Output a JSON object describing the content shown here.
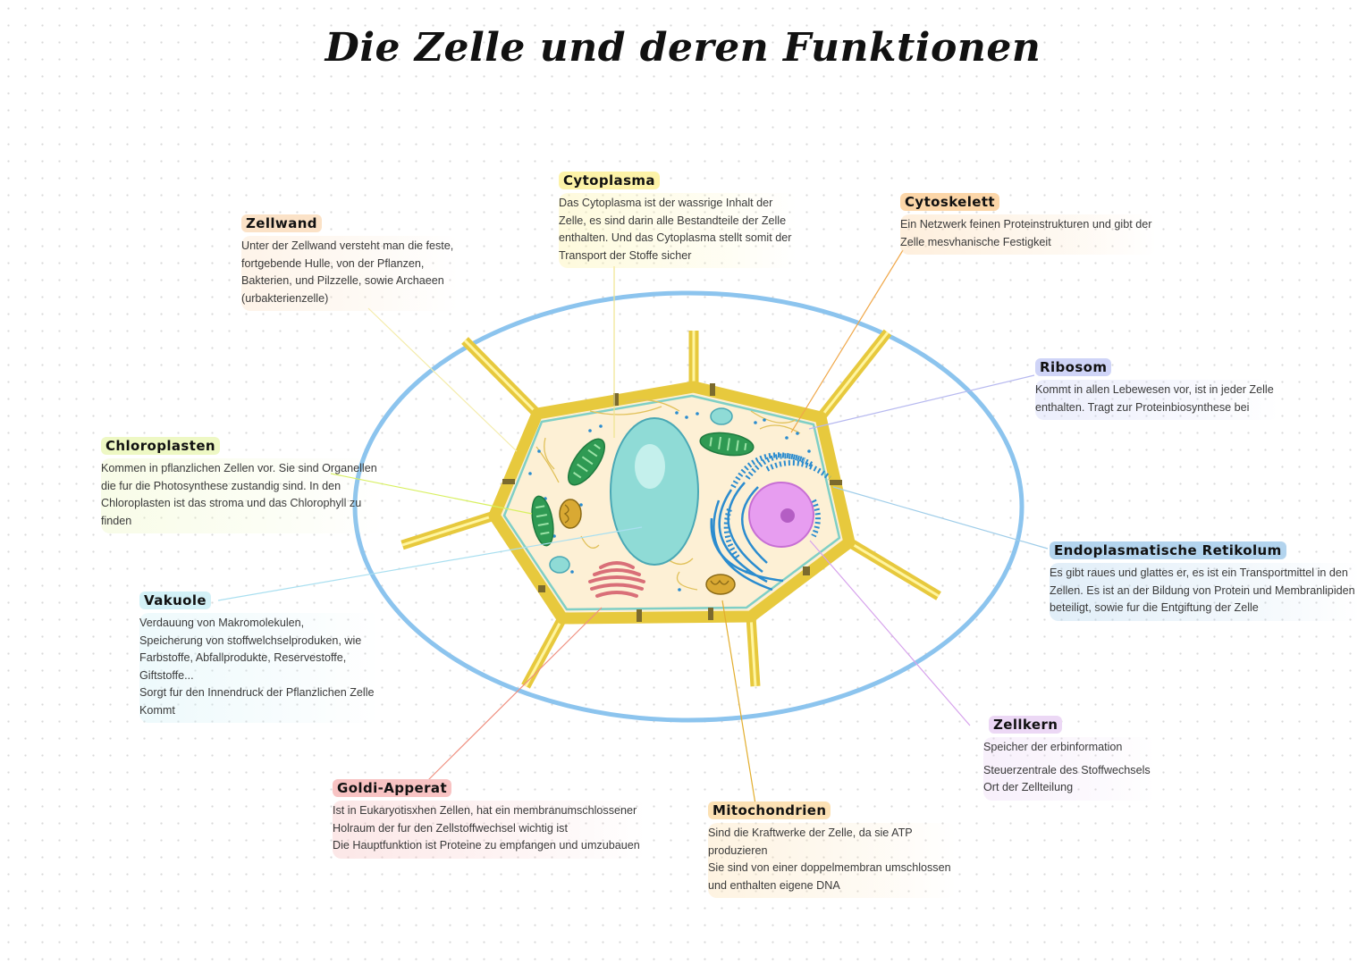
{
  "title": "Die Zelle und deren Funktionen",
  "colors": {
    "ellipse": "#8cc4ee",
    "cell_wall": "#e9cf43",
    "cytoplasm": "#fdf0d5",
    "vacuole": "#8fdbd6",
    "nucleus": "#e79df0",
    "er": "#2b8ccf",
    "golgi": "#d96f78",
    "chloroplast": "#4bb56a",
    "mitochondria": "#d9a933"
  },
  "labels": {
    "zellwand": {
      "title": "Zellwand",
      "lines": [
        "Unter der Zellwand versteht man die feste,",
        "fortgebende Hulle, von der Pflanzen,",
        "Bakterien, und Pilzzelle, sowie Archaeen",
        "(urbakterienzelle)"
      ],
      "color": "#fbe2c7"
    },
    "cytoplasma": {
      "title": "Cytoplasma",
      "lines": [
        "Das Cytoplasma ist der wassrige Inhalt der",
        "Zelle, es sind darin alle Bestandteile der Zelle",
        "enthalten. Und das Cytoplasma stellt somit der",
        "Transport der Stoffe sicher"
      ],
      "color": "#fdf3a8"
    },
    "cytoskelett": {
      "title": "Cytoskelett",
      "lines": [
        "Ein Netzwerk feinen Proteinstrukturen und gibt der",
        "Zelle mesvhanische Festigkeit"
      ],
      "color": "#fcd6a8"
    },
    "ribosom": {
      "title": "Ribosom",
      "lines": [
        "Kommt in allen Lebewesen vor, ist in jeder Zelle",
        "enthalten. Tragt zur Proteinbiosynthese bei"
      ],
      "color": "#cfd4f7"
    },
    "chloroplasten": {
      "title": "Chloroplasten",
      "lines": [
        "Kommen in pflanzlichen Zellen vor. Sie sind Organellen",
        "die fur die Photosynthese zustandig sind. In den",
        "Chloroplasten ist das stroma und das Chlorophyll zu",
        "finden"
      ],
      "color": "#eef8c4"
    },
    "er": {
      "title": "Endoplasmatische Retikolum",
      "lines": [
        "Es gibt raues und glattes er, es ist ein Transportmittel in den",
        "Zellen. Es ist an der Bildung von Protein und Membranlipiden",
        "beteiligt, sowie fur die Entgiftung der Zelle"
      ],
      "color": "#b3d4ee"
    },
    "vakuole": {
      "title": "Vakuole",
      "lines": [
        "Verdauung von Makromolekulen,",
        "Speicherung von stoffwelchselproduken, wie",
        "Farbstoffe, Abfallprodukte, Reservestoffe,",
        "Giftstoffe...",
        "Sorgt fur den Innendruck der Pflanzlichen Zelle",
        "Kommt"
      ],
      "color": "#d3f1f7"
    },
    "golgi": {
      "title": "Goldi-Apperat",
      "lines": [
        "Ist in Eukaryotisxhen Zellen, hat ein membranumschlossener",
        "Holraum der fur den Zellstoffwechsel wichtig ist",
        "Die Hauptfunktion ist Proteine zu empfangen und umzubauen"
      ],
      "color": "#f8c3c3"
    },
    "mitochondrien": {
      "title": "Mitochondrien",
      "lines": [
        "Sind die Kraftwerke der Zelle, da sie ATP",
        "produzieren",
        "Sie sind von einer doppelmembran umschlossen",
        "und enthalten eigene DNA"
      ],
      "color": "#fce1b4"
    },
    "zellkern": {
      "title": "Zellkern",
      "lines": [
        "Speicher der erbinformation"
      ],
      "lines2": [
        "Steuerzentrale des Stoffwechsels",
        "Ort der Zellteilung"
      ],
      "color": "#ecd8f5"
    }
  }
}
